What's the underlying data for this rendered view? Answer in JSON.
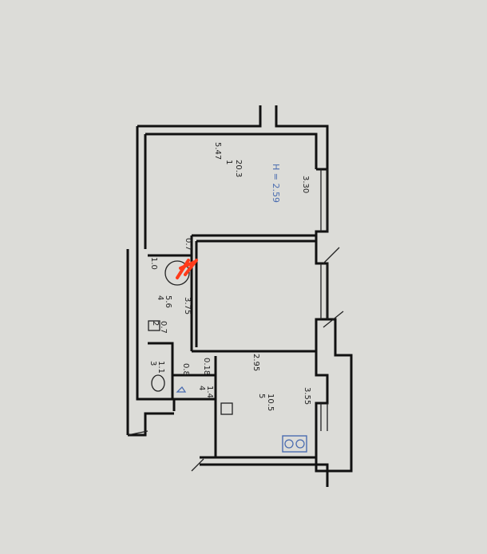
{
  "plan": {
    "rooms": [
      {
        "number": "1",
        "area": "20.3"
      },
      {
        "number": "4",
        "area": "5.6"
      },
      {
        "number": "2",
        "area": "0.7"
      },
      {
        "number": "3",
        "area": "1.1"
      },
      {
        "number": "4",
        "area": "1.4"
      },
      {
        "number": "5",
        "area": "10.5"
      }
    ],
    "dimensions": {
      "room1_width": "5.47",
      "room1_depth": "3.30",
      "corridor_length": "3.75",
      "room5_width": "2.95",
      "room5_depth": "3.55",
      "niche_a": "0.7",
      "niche_b": "1.0",
      "small_a": "0.8",
      "small_b": "0.18"
    },
    "ceiling_height": "H = 2.59",
    "colors": {
      "walls": "#111111",
      "annotation_blue": "#4a6cb0",
      "marker": "#ff3b1a"
    }
  }
}
